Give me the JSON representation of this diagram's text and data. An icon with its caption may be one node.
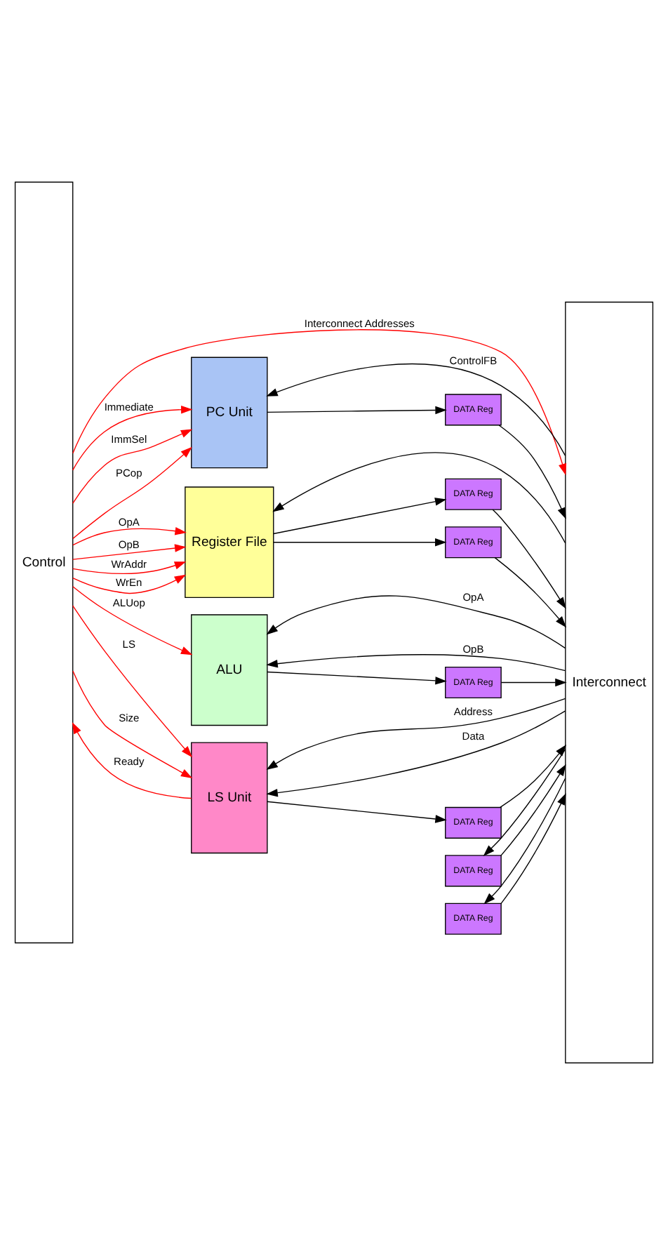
{
  "diagram": {
    "nodes": [
      {
        "text": [
          "Control"
        ]
      },
      {
        "text": [
          "Interconnect"
        ]
      },
      {
        "text": [
          "PC Unit"
        ]
      },
      {
        "text": [
          "DATA Reg"
        ]
      },
      {
        "text": [
          "Register File"
        ]
      },
      {
        "text": [
          "DATA Reg"
        ]
      },
      {
        "text": [
          "DATA Reg"
        ]
      },
      {
        "text": [
          "ALU"
        ]
      },
      {
        "text": [
          "DATA Reg"
        ]
      },
      {
        "text": [
          "DATA Reg"
        ]
      },
      {
        "text": [
          "LS Unit"
        ]
      },
      {
        "text": [
          "DATA Reg"
        ]
      },
      {
        "text": [
          "DATA Reg"
        ]
      }
    ],
    "edges": [
      {
        "from": 0,
        "to": 2,
        "arrow": "to",
        "label": "Immediate",
        "color": "#ff0000"
      },
      {
        "from": 0,
        "to": 2,
        "arrow": "to",
        "label": "ImmSel",
        "color": "#ff0000"
      },
      {
        "from": 0,
        "to": 2,
        "arrow": "to",
        "label": "PCop",
        "color": "#ff0000"
      },
      {
        "from": 2,
        "to": 3,
        "arrow": "to"
      },
      {
        "from": 3,
        "to": 1,
        "arrow": "to"
      },
      {
        "from": 1,
        "to": 2,
        "arrow": "to",
        "label": "ControlFB"
      },
      {
        "from": 0,
        "to": 4,
        "arrow": "to",
        "label": "OpA",
        "color": "#ff0000"
      },
      {
        "from": 0,
        "to": 4,
        "arrow": "to",
        "label": "OpB",
        "color": "#ff0000"
      },
      {
        "from": 0,
        "to": 4,
        "arrow": "to",
        "label": "WrAddr",
        "color": "#ff0000"
      },
      {
        "from": 0,
        "to": 4,
        "arrow": "to",
        "label": "WrEn",
        "color": "#ff0000"
      },
      {
        "from": 4,
        "to": 5,
        "arrow": "to"
      },
      {
        "from": 5,
        "to": 1,
        "arrow": "to"
      },
      {
        "from": 4,
        "to": 6,
        "arrow": "to"
      },
      {
        "from": 6,
        "to": 1,
        "arrow": "to"
      },
      {
        "from": 1,
        "to": 4,
        "arrow": "to"
      },
      {
        "from": 1,
        "to": 7,
        "arrow": "to",
        "label": "OpA"
      },
      {
        "from": 1,
        "to": 7,
        "arrow": "to",
        "label": "OpB"
      },
      {
        "from": 0,
        "to": 7,
        "arrow": "to",
        "label": "ALUop",
        "color": "#ff0000"
      },
      {
        "from": 7,
        "to": 8,
        "arrow": "to"
      },
      {
        "from": 8,
        "to": 1,
        "arrow": "to"
      },
      {
        "from": 9,
        "to": 1,
        "arrow": "to"
      },
      {
        "from": 1,
        "to": 9,
        "arrow": "to"
      },
      {
        "from": 10,
        "to": 0,
        "arrow": "to",
        "label": "Ready",
        "color": "#ff0000"
      },
      {
        "from": 1,
        "to": 10,
        "arrow": "to",
        "label": "Address"
      },
      {
        "from": 1,
        "to": 10,
        "arrow": "to",
        "label": "Data"
      },
      {
        "from": 0,
        "to": 10,
        "arrow": "to",
        "label": "LS",
        "color": "#ff0000"
      },
      {
        "from": 0,
        "to": 10,
        "arrow": "to",
        "label": "Size",
        "color": "#ff0000"
      },
      {
        "from": 10,
        "to": 11,
        "arrow": "to"
      },
      {
        "from": 11,
        "to": 1,
        "arrow": "to"
      },
      {
        "from": 12,
        "to": 1,
        "arrow": "to"
      },
      {
        "from": 1,
        "to": 12,
        "arrow": "to"
      },
      {
        "from": 0,
        "to": 1,
        "arrow": "to",
        "label": "Interconnect Addresses",
        "color": "#ff0000"
      }
    ]
  }
}
